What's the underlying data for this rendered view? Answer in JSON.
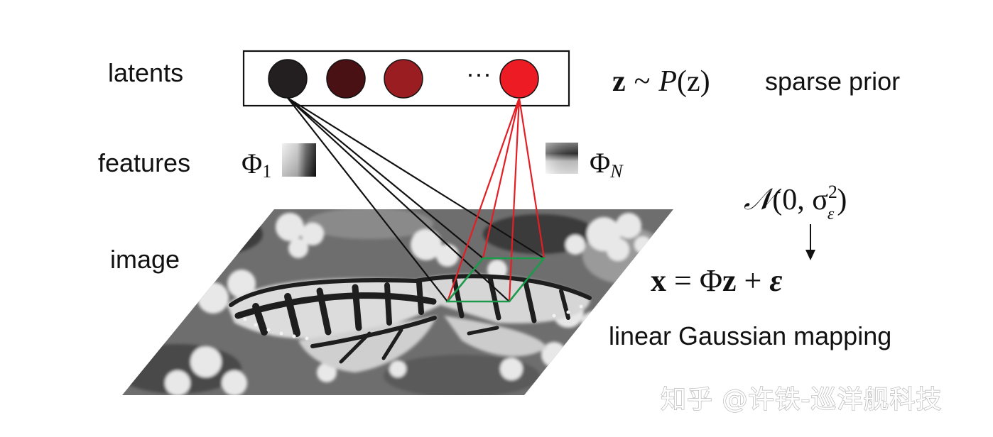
{
  "labels": {
    "latents": "latents",
    "features": "features",
    "image": "image"
  },
  "prior": {
    "formula_z": "z",
    "formula_sim": "~",
    "formula_P": "P",
    "formula_arg": "(z)",
    "text": "sparse prior"
  },
  "latent_nodes": [
    {
      "name": "latent-1",
      "color": "#231f20"
    },
    {
      "name": "latent-2",
      "color": "#4a1114"
    },
    {
      "name": "latent-3",
      "color": "#9a1d22"
    },
    {
      "name": "latent-N",
      "color": "#ed1c24"
    }
  ],
  "ellipsis": "···",
  "features": {
    "phi1_symbol": "Φ",
    "phi1_sub": "1",
    "phiN_symbol": "Φ",
    "phiN_sub": "N",
    "phiN_color": "#e31e24"
  },
  "noise": {
    "N": "𝒩",
    "open": "(0, σ",
    "sup": "2",
    "sub": "ε",
    "close": ")"
  },
  "mapping": {
    "x": "x",
    "eq": " = Φ",
    "z": "z",
    "plus": " + ",
    "eps": "ε",
    "text": "linear Gaussian mapping"
  },
  "colors": {
    "black_lines": "#111111",
    "red_lines": "#e31e24",
    "patch_outline": "#1a9a4a"
  },
  "watermark": "知乎 @许铁-巡洋舰科技"
}
